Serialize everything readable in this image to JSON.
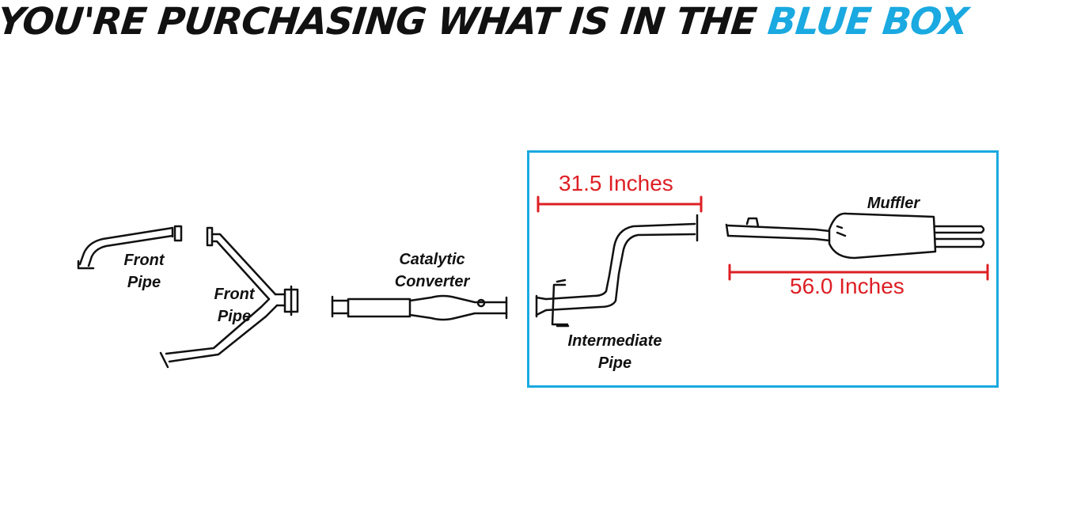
{
  "header": {
    "prefix": "YOU'RE PURCHASING WHAT IS IN THE",
    "highlight": "BLUE BOX"
  },
  "labels": {
    "front_pipe_1": [
      "Front",
      "Pipe"
    ],
    "front_pipe_2": [
      "Front",
      "Pipe"
    ],
    "catalytic_converter": [
      "Catalytic",
      "Converter"
    ],
    "intermediate_pipe": [
      "Intermediate",
      "Pipe"
    ],
    "muffler": "Muffler"
  },
  "dimensions": {
    "intermediate_length": "31.5 Inches",
    "muffler_length": "56.0 Inches"
  },
  "colors": {
    "blue": "#1aa9e0",
    "dimension_red": "#dd1f24",
    "line": "#111111"
  }
}
